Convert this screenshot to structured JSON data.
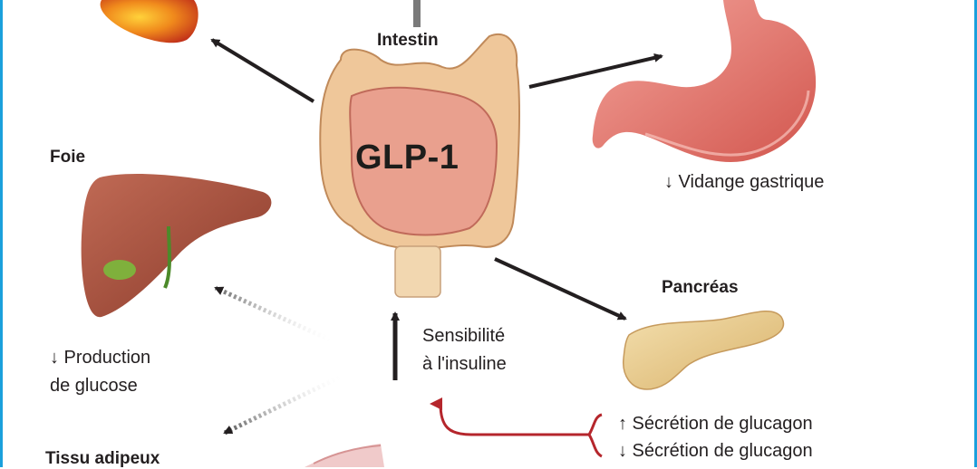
{
  "center": {
    "title": "GLP-1"
  },
  "labels": {
    "intestin": "Intestin",
    "foie": "Foie",
    "pancreas": "Pancréas",
    "tissu": "Tissu adipeux"
  },
  "effects": {
    "vidange": "↓ Vidange gastrique",
    "production_line1": "↓ Production",
    "production_line2": "de glucose",
    "sensibilite_line1": "Sensibilité",
    "sensibilite_line2": "à l'insuline",
    "glucagon_up": "↑ Sécrétion de glucagon",
    "glucagon_down": "↓ Sécrétion de glucagon"
  },
  "colors": {
    "frame": "#1aa0dc",
    "feedback_arrow": "#b5262c",
    "arrow": "#231f20"
  }
}
